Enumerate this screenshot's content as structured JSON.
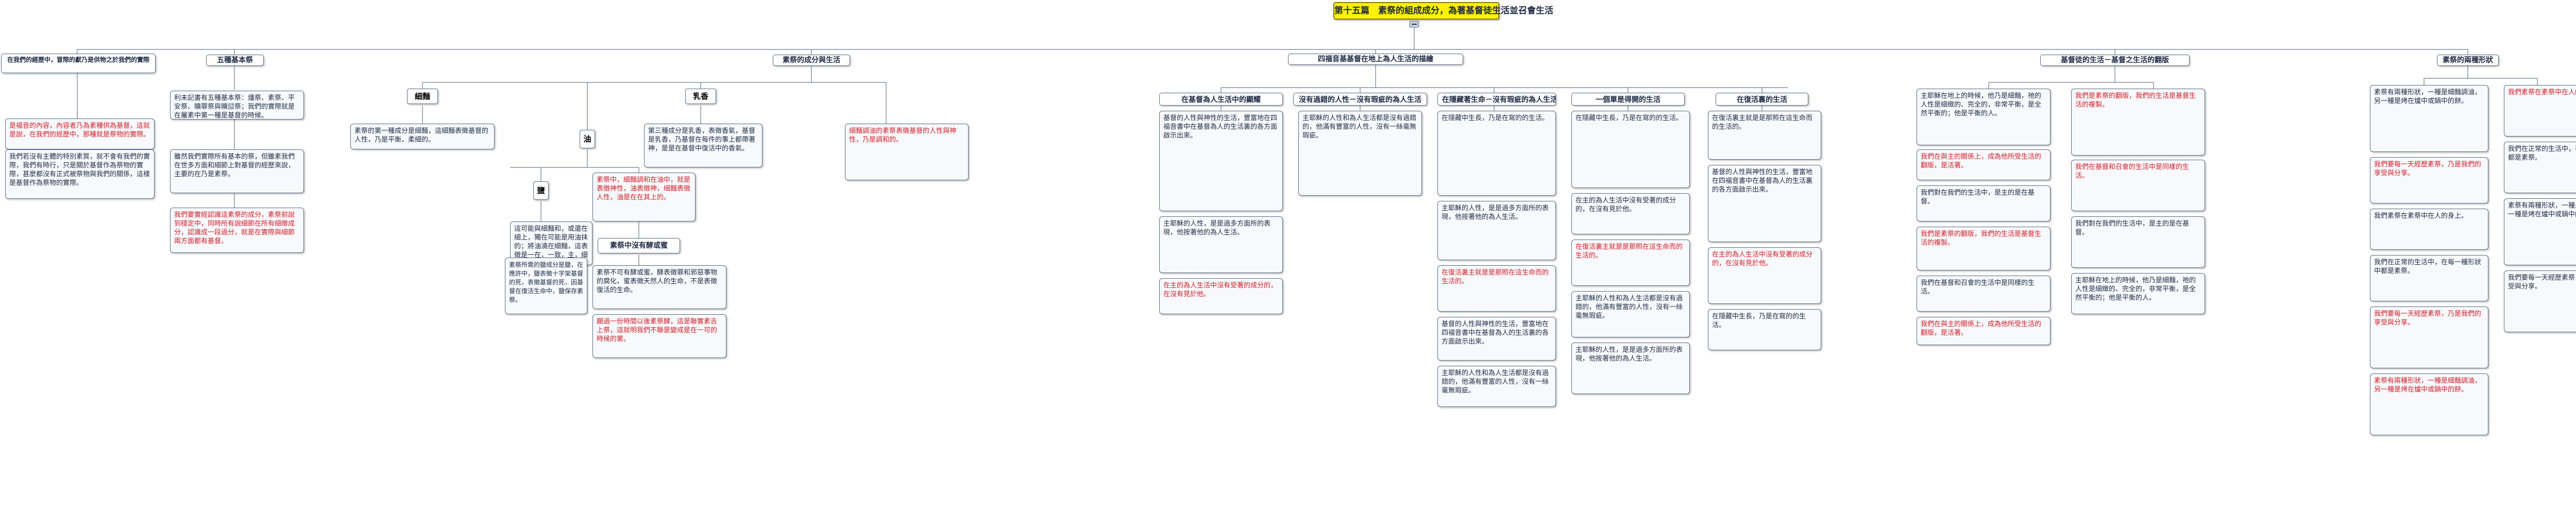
{
  "title": "第十五篇　素祭的組成成分，為著基督徒生活並召會生活",
  "branches": [
    {
      "id": "b1",
      "label": "在我們的經歷中，冒際的獻乃是供物之於我們的實際",
      "children": [
        "n1a",
        "n1b"
      ]
    },
    {
      "id": "b2",
      "label": "五種基本祭",
      "children": [
        "n2a",
        "n2b",
        "n2c"
      ]
    },
    {
      "id": "b3",
      "label": "素祭的成分與生活",
      "children": [
        "n3a",
        "n3b",
        "n3c",
        "n3d"
      ]
    },
    {
      "id": "b4",
      "label": "四福音基基督在地上為人生活的描繪",
      "children": [
        "b4a",
        "b4b",
        "b4c",
        "b4d",
        "b4e"
      ]
    },
    {
      "id": "b5",
      "label": "基督徒的生活－基督之生活的翻版",
      "children": [
        "n5a",
        "n5b",
        "n5c",
        "n5d",
        "n5e"
      ]
    },
    {
      "id": "b6",
      "label": "素祭的兩種形狀",
      "children": [
        "n6a",
        "n6b",
        "n6c",
        "n6d"
      ]
    }
  ],
  "sub_heads": {
    "b3_oil": "細麵",
    "b3_oil2": "油",
    "b3_frank": "乳香",
    "b3_salt": "鹽",
    "b3_noleaven": "素祭中沒有酵或蜜",
    "b4a": "在基督為人生活中的顯耀",
    "b4b": "沒有過錯的人性－沒有瑕疵的為人生活",
    "b4c": "在隱藏著生命－沒有瑕疵的為人生活",
    "b4d": "一個單是得開的生活",
    "b4e": "在復活裏的生活"
  },
  "texts": {
    "n1a": "是福音的內容，內容者乃為素種供為基督，這就是說，在我們的經歷中，那種就是祭物的實際。",
    "n1b": "我們若沒有主體的特別素質，就不會有我們的實際，我們有時行，只是關於基督作為祭物的實際，甚麼都沒有正式被祭物與我們的關係，這樣是基督作為祭物的實際。",
    "n2a": "利未記書有五種基本祭：燔祭、素祭、平安祭、贖罪祭與贖愆祭；我們的實際就是在屬素中第一種是基督的時候。",
    "n2b": "雖然我們實際所有基本的祭，但雖素我們在世多方面和細節上對基督的經歷來說，主要的在乃是素祭。",
    "n2c": "我們要實經認識這素祭的成分，素祭前說到穩定中，同時所有說細節在所有細緻成分，認識成一段過分，就是在實際與細節兩方面都有基督。",
    "n3a": "素祭的第一種成分是細麵，這細麵表徵基督的人性，乃是平衡，柔細的。",
    "n3b": "素祭中，細麵調和在油中，就是表徵神性，油表徵神，細麵表徵人性，油是在在其上的。",
    "n3c": "細麵調油的素祭表徵基督的人性與神性，乃是調和的。",
    "n3d": "第三種成分是乳香，表徵香氣，基督是乳香，乃基督在每件的事上都帶著神，是是在基督中復活中的香氣。",
    "n3e": "這可能與細麵和，或還在細上，獨在可能是用油抹的；將油澆在細麵，這表徵是一在，一致，主，細麵調和素祭中細麵這一種。",
    "n3f": "素祭所需的鹽成分是鹽，在應許中，鹽表徵十字架基督的死，表徵基督的死，因基督在復活生命中，鹽保存素祭。",
    "n3g": "素祭不可有酵或蜜，酵表徵罪和邪惡事物的腐化，蜜表徵天然人的生命，不是表徵復活的生命。",
    "n3h": "願過一份時間以後素祭酵，這是聯實素舌上祭，這就明我們不聯是變成是在一可的時候的第。",
    "n4a": "基督的人性與神性的生活，豐富地在四福音書中在基督為人的生活裏的各方面啟示出來。",
    "n4b": "主耶穌的人性和為人生活都是沒有過錯的，他滿有豐富的人性，沒有一絲毫無瑕疵。",
    "n4c": "主耶穌的人性，是是過多方面所的表現，他按著他的為人生活。",
    "n4d": "在隱藏中生長，乃是在寫的的生活。",
    "n4e": "在主的為人生活中沒有受著的成分的，在沒有見於他。",
    "n4f": "在復活裏主就是是那照在這生命而的生活的。",
    "n5a": "主耶穌在地上的時候，他乃是細麵，祂的人性是細緻的、完全的，非常平衡，是全然平衡的；他是平衡的人。",
    "n5b": "我們在與主的關係上，成為他所受生活的翻版，是活著。",
    "n5c": "我們對在我們的生活中，是主的是在基督。",
    "n5d": "我們是素祭的翻版，我們的生活是基督生活的複製。",
    "n5e": "我們在基督和召會的生活中是同樣的生活。",
    "n6a": "素祭有兩種形狀，一種是細麵調油，另一種是烤在爐中或鍋中的餅。",
    "n6b": "我們要每一天經歷素祭，乃是我們的享受與分享。",
    "n6c": "我們素祭在素祭中在人的身上。",
    "n6d": "我們在正常的生活中，在每一種形狀中都是素祭。"
  }
}
